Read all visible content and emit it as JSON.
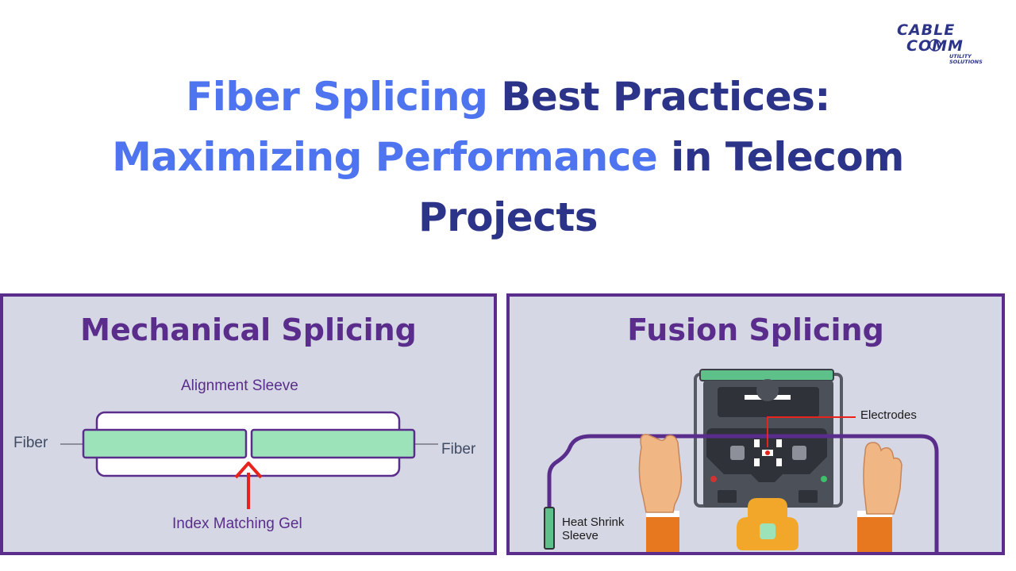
{
  "logo": {
    "line1": "CABLE",
    "line2": "COMM",
    "line3": "UTILITY",
    "line4": "SOLUTIONS"
  },
  "title": {
    "line1_highlight": "Fiber Splicing",
    "line1_rest": " Best Practices:",
    "line2_highlight": "Maximizing Performance",
    "line2_rest": " in Telecom",
    "line3": "Projects"
  },
  "mechanical": {
    "title": "Mechanical Splicing",
    "alignment_label": "Alignment Sleeve",
    "fiber_left": "Fiber",
    "fiber_right": "Fiber",
    "gel_label": "Index Matching Gel"
  },
  "fusion": {
    "title": "Fusion Splicing",
    "electrodes_label": "Electrodes",
    "sleeve_line1": "Heat Shrink",
    "sleeve_line2": "Sleeve"
  },
  "colors": {
    "heading_dark": "#2b3488",
    "heading_accent": "#4f74f0",
    "panel_border": "#5a2d8c",
    "panel_bg": "#d5d8e4",
    "fiber_green": "#9de3b9",
    "arrow_red": "#e8231c",
    "cable_purple": "#5a2d8c"
  }
}
